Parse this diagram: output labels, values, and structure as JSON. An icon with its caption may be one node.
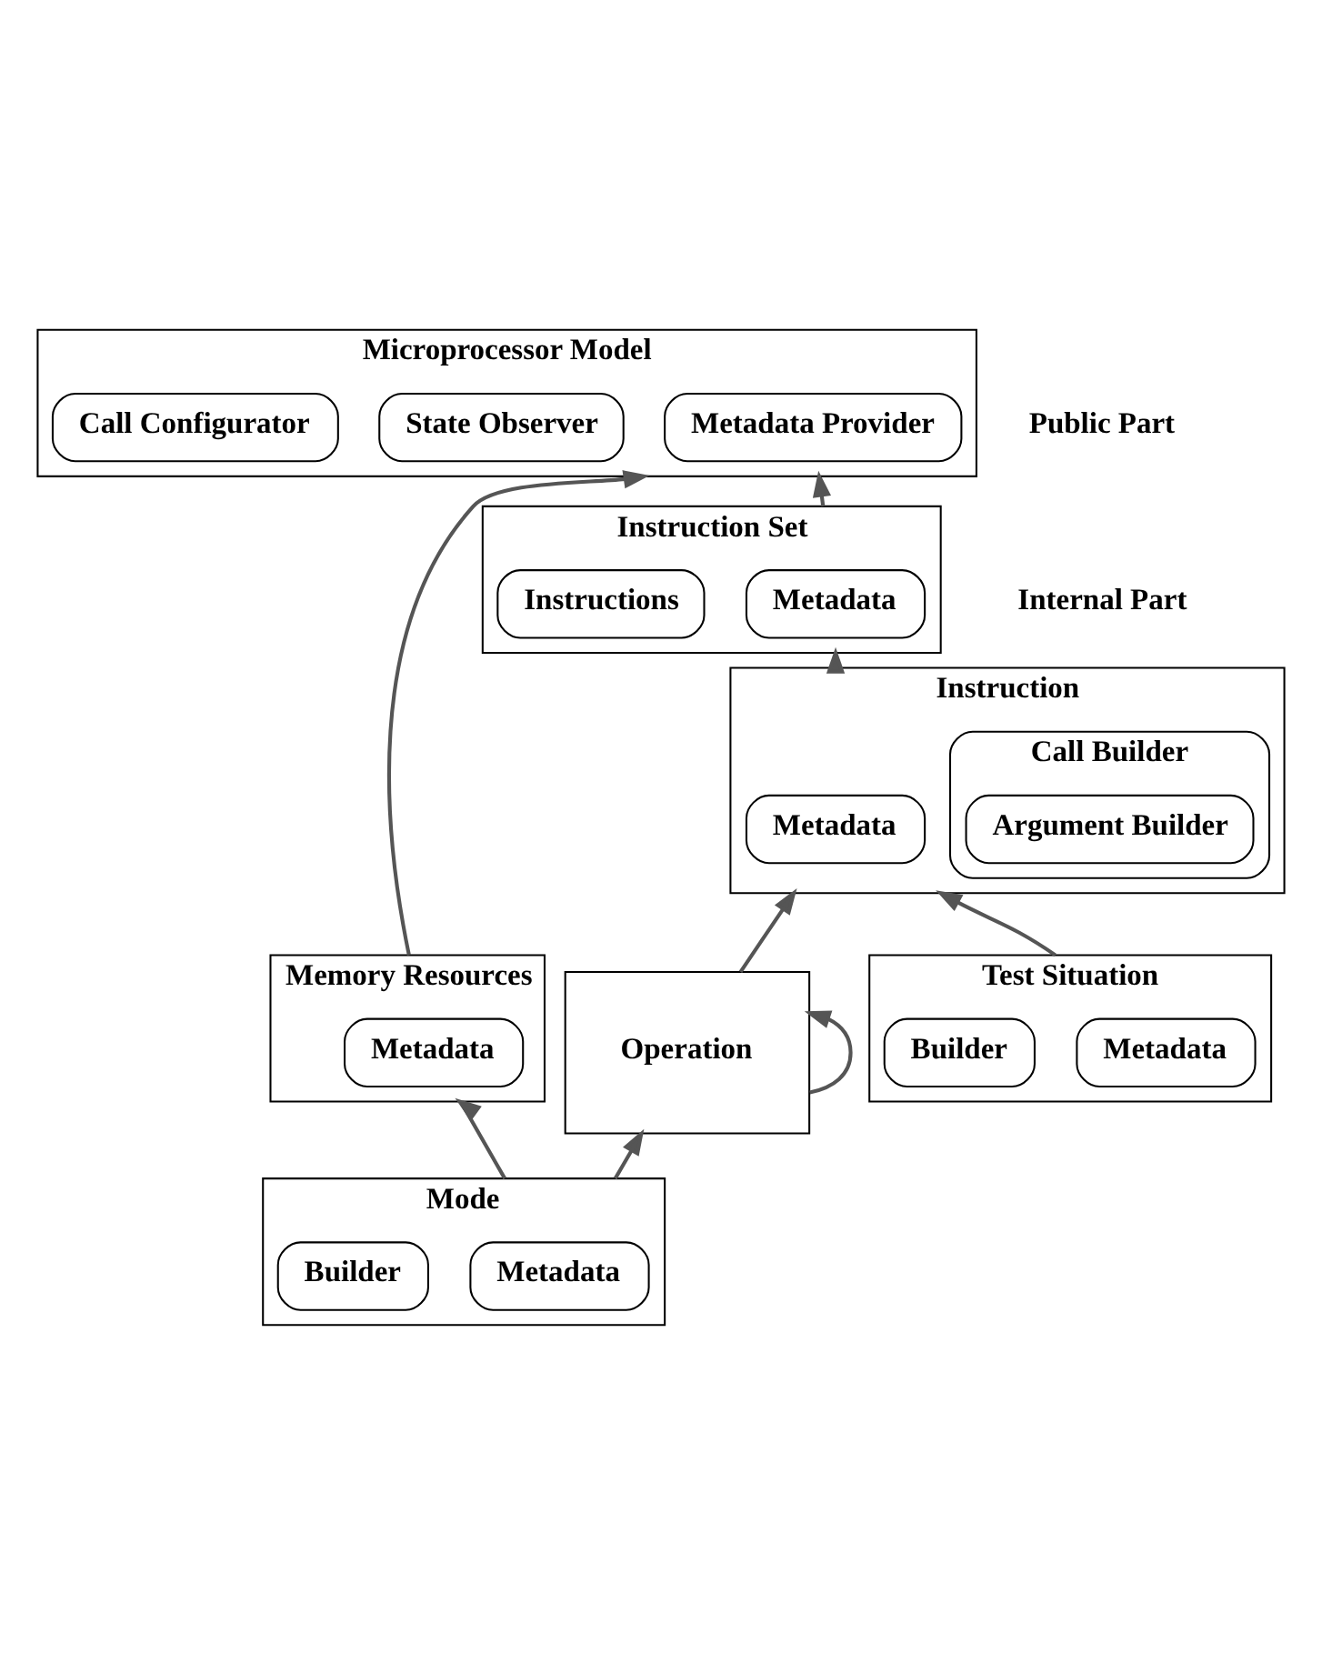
{
  "diagram": {
    "nodes": [
      {
        "text": [
          "Microprocessor Model"
        ]
      },
      {
        "text": [
          "Metadata Provider"
        ],
        "in": 0
      },
      {
        "text": [
          "State Observer"
        ],
        "in": 0
      },
      {
        "text": [
          "Call Configurator"
        ],
        "in": 0
      },
      {
        "text": [
          "Memory Resources"
        ]
      },
      {
        "text": [
          "Metadata"
        ],
        "in": 4
      },
      {
        "text": [
          "Instruction Set"
        ]
      },
      {
        "text": [
          "Metadata"
        ],
        "in": 6
      },
      {
        "text": [
          "Instructions"
        ],
        "in": 6
      },
      {
        "text": [
          "Instruction"
        ]
      },
      {
        "text": [
          "Metadata"
        ],
        "in": 9
      },
      {
        "text": [
          "Call Builder"
        ],
        "in": 9
      },
      {
        "text": [
          "Argument Builder"
        ],
        "in": 11
      },
      {
        "text": [
          "Mode"
        ]
      },
      {
        "text": [
          "Metadata"
        ],
        "in": 13
      },
      {
        "text": [
          "Builder"
        ],
        "in": 13
      },
      {
        "text": [
          "Operation"
        ]
      },
      {
        "text": [
          "Test Situation"
        ]
      },
      {
        "text": [
          "Metadata"
        ],
        "in": 17
      },
      {
        "text": [
          "Builder"
        ],
        "in": 17
      }
    ],
    "edges": [
      {
        "from": 4,
        "to": 0,
        "arrow": "to"
      },
      {
        "from": 6,
        "to": 0,
        "arrow": "to"
      },
      {
        "from": 9,
        "to": 6,
        "arrow": "to"
      },
      {
        "from": 13,
        "to": 4,
        "arrow": "to"
      },
      {
        "from": 13,
        "to": 16,
        "arrow": "to"
      },
      {
        "from": 16,
        "to": 9,
        "arrow": "to"
      },
      {
        "from": 17,
        "to": 9,
        "arrow": "to"
      },
      {
        "from": 16,
        "to": 16,
        "arrow": "to"
      }
    ],
    "labels": [
      "Public Part",
      "Internal Part"
    ]
  }
}
